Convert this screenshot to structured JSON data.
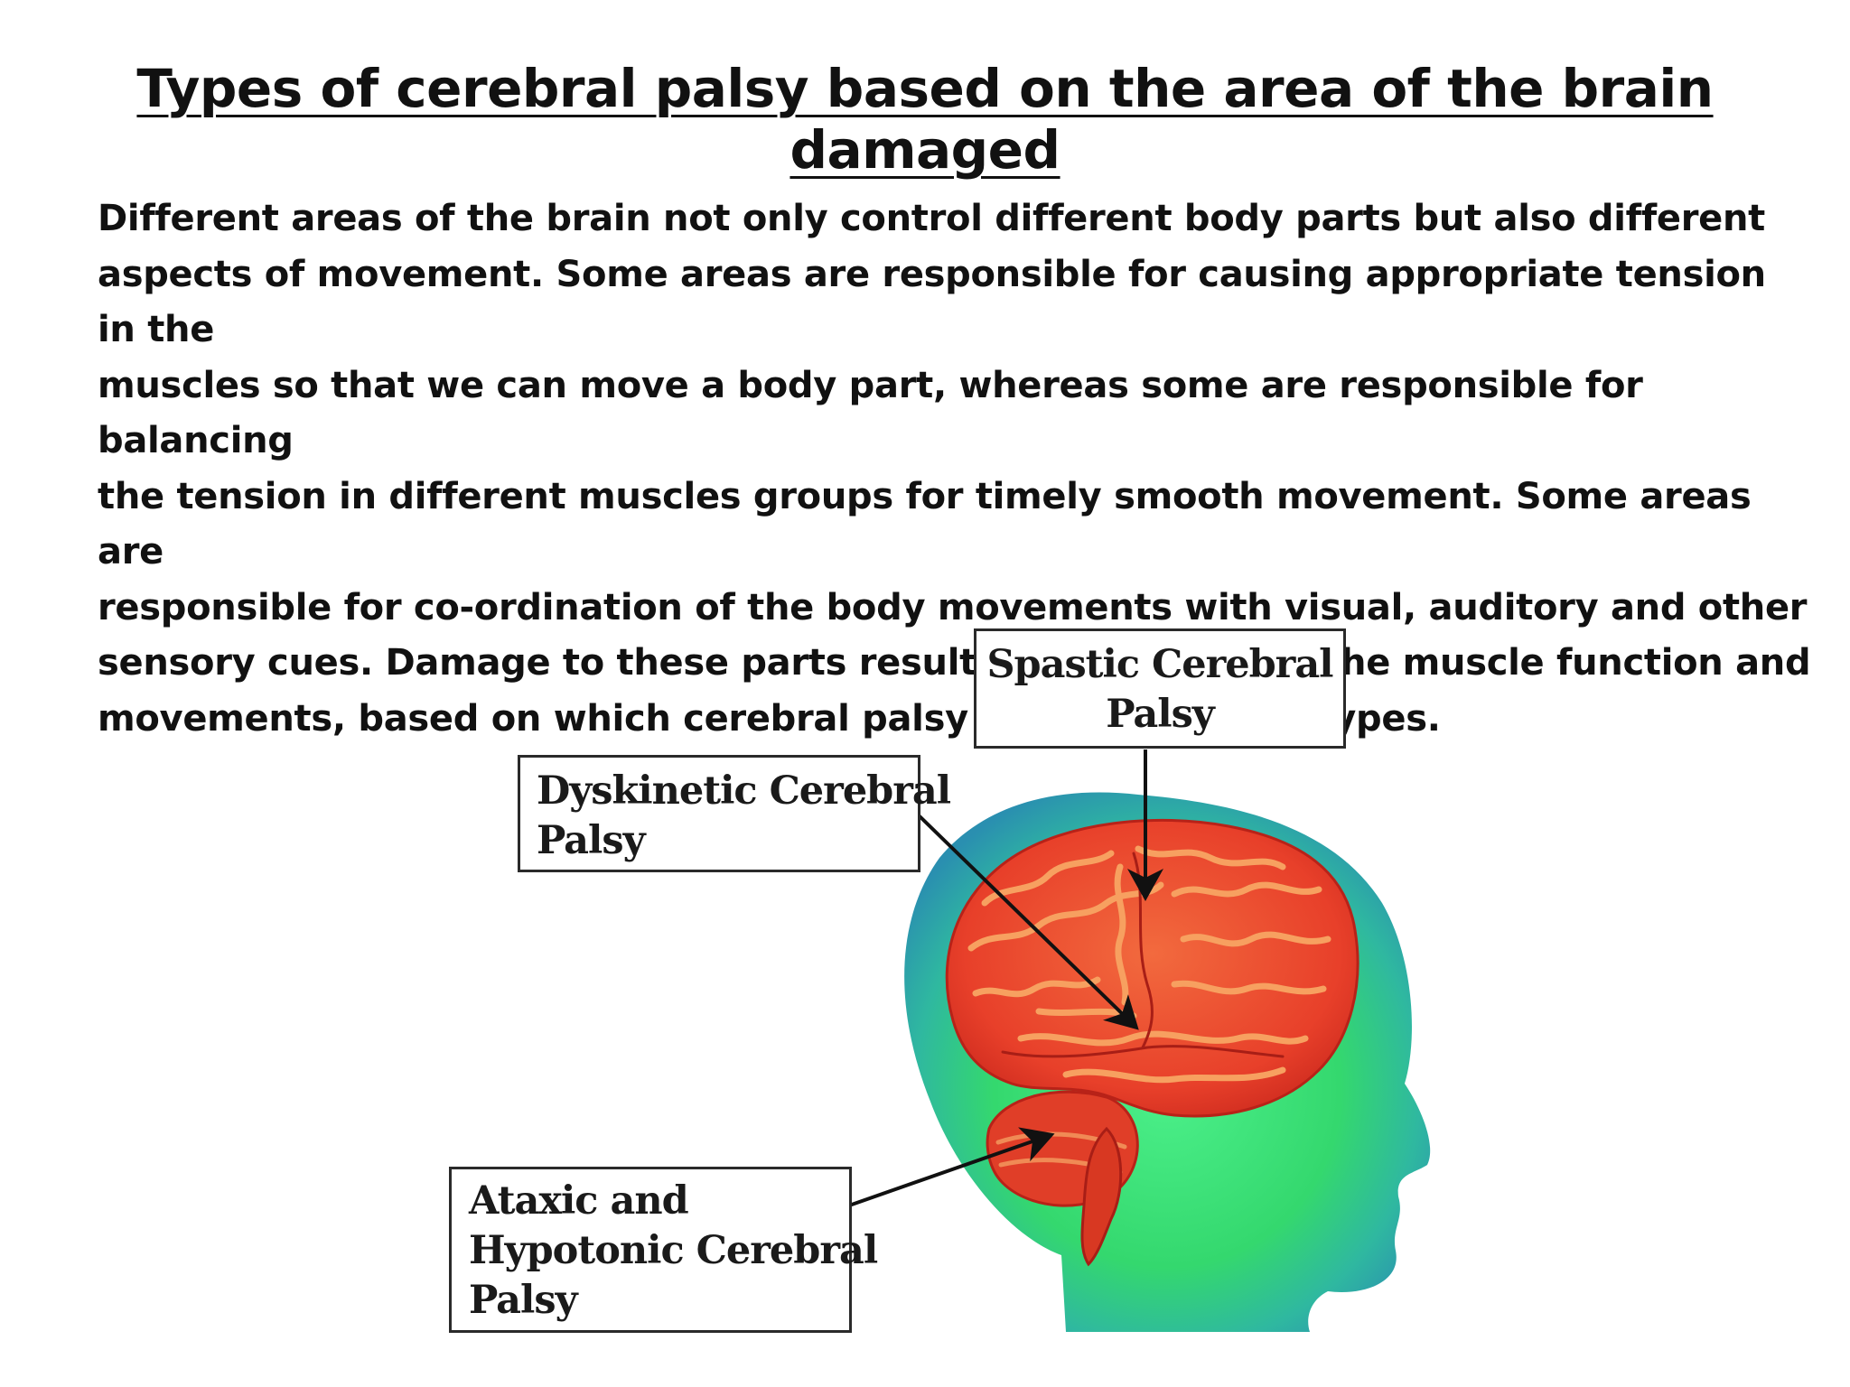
{
  "title": "Types of cerebral palsy based on the area of the brain damaged",
  "body_lines": [
    "Different areas of the brain not only control different body parts but also different",
    "aspects of movement. Some areas are responsible for causing appropriate tension in the",
    "muscles so that we can move a body part, whereas some are responsible for balancing",
    "the tension in different muscles groups for timely smooth movement. Some areas are",
    "responsible for co-ordination of the body movements with visual, auditory and other",
    "sensory cues. Damage to these parts results in variations in the muscle function and",
    "movements, based on which cerebral palsy is divided into 5 types."
  ],
  "diagram": {
    "labels": {
      "spastic": {
        "line1": "Spastic Cerebral",
        "line2": "Palsy"
      },
      "dyskinetic": {
        "line1": "Dyskinetic Cerebral",
        "line2": "Palsy"
      },
      "ataxic": {
        "line1": "Ataxic and",
        "line2": "Hypotonic Cerebral",
        "line3": "Palsy"
      }
    },
    "colors": {
      "head_outer": "#2a8fb0",
      "head_inner": "#33d96a",
      "brain_fill": "#e8402a",
      "brain_highlight": "#f7a060",
      "arrow": "#111111"
    }
  }
}
